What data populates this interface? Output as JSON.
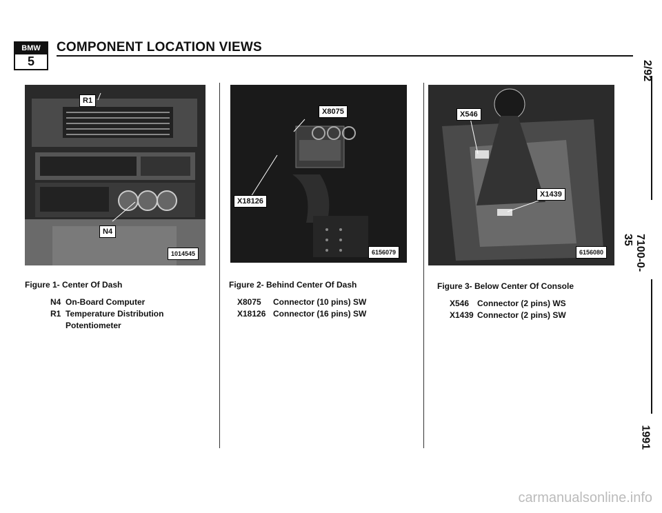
{
  "header": {
    "logo_top": "BMW",
    "logo_bottom": "5",
    "title": "COMPONENT LOCATION VIEWS"
  },
  "side": {
    "date": "2/92",
    "page": "7100-0-35",
    "year": "1991"
  },
  "figures": [
    {
      "photo_number": "1014545",
      "labels": [
        "R1",
        "N4"
      ],
      "caption": "Figure 1- Center Of Dash",
      "legend": [
        {
          "code": "N4",
          "desc": "On-Board Computer"
        },
        {
          "code": "R1",
          "desc": "Temperature Distribution"
        },
        {
          "code": "",
          "desc": "Potentiometer"
        }
      ]
    },
    {
      "photo_number": "6156079",
      "labels": [
        "X8075",
        "X18126"
      ],
      "caption": "Figure 2- Behind Center Of Dash",
      "legend": [
        {
          "code": "X8075",
          "desc": "Connector (10 pins) SW"
        },
        {
          "code": "X18126",
          "desc": "Connector (16 pins) SW"
        }
      ]
    },
    {
      "photo_number": "6156080",
      "labels": [
        "X546",
        "X1439"
      ],
      "caption": "Figure 3- Below Center Of Console",
      "legend": [
        {
          "code": "X546",
          "desc": "Connector (2 pins) WS"
        },
        {
          "code": "X1439",
          "desc": "Connector (2 pins) SW"
        }
      ]
    }
  ],
  "footer": "carmanualsonline.info"
}
